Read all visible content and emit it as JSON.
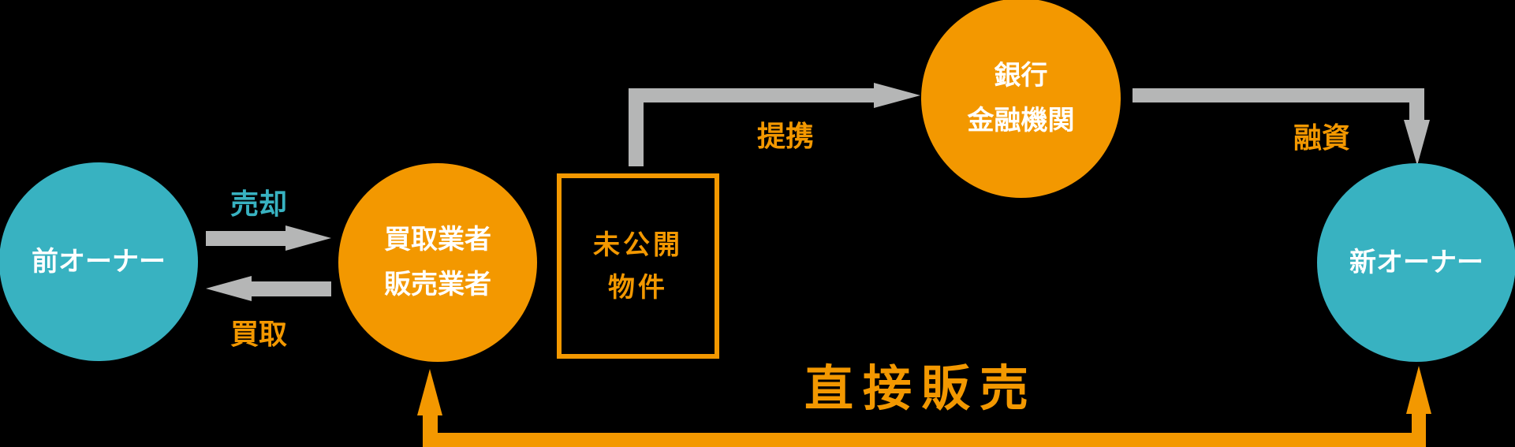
{
  "nodes": {
    "previous_owner": {
      "label": "前オーナー"
    },
    "dealer": {
      "lines": [
        "買取業者",
        "販売業者"
      ]
    },
    "unlisted_property": {
      "lines": [
        "未公開",
        "物件"
      ]
    },
    "bank": {
      "lines": [
        "銀行",
        "金融機関"
      ]
    },
    "new_owner": {
      "label": "新オーナー"
    }
  },
  "edges": {
    "sell": {
      "label": "売却"
    },
    "purchase": {
      "label": "買取"
    },
    "partnership": {
      "label": "提携"
    },
    "financing": {
      "label": "融資"
    },
    "direct_sale": {
      "label": "直接販売"
    }
  },
  "colors": {
    "teal": "#38b2c1",
    "orange": "#f39800",
    "gray": "#b5b6b6",
    "background": "#000000"
  }
}
